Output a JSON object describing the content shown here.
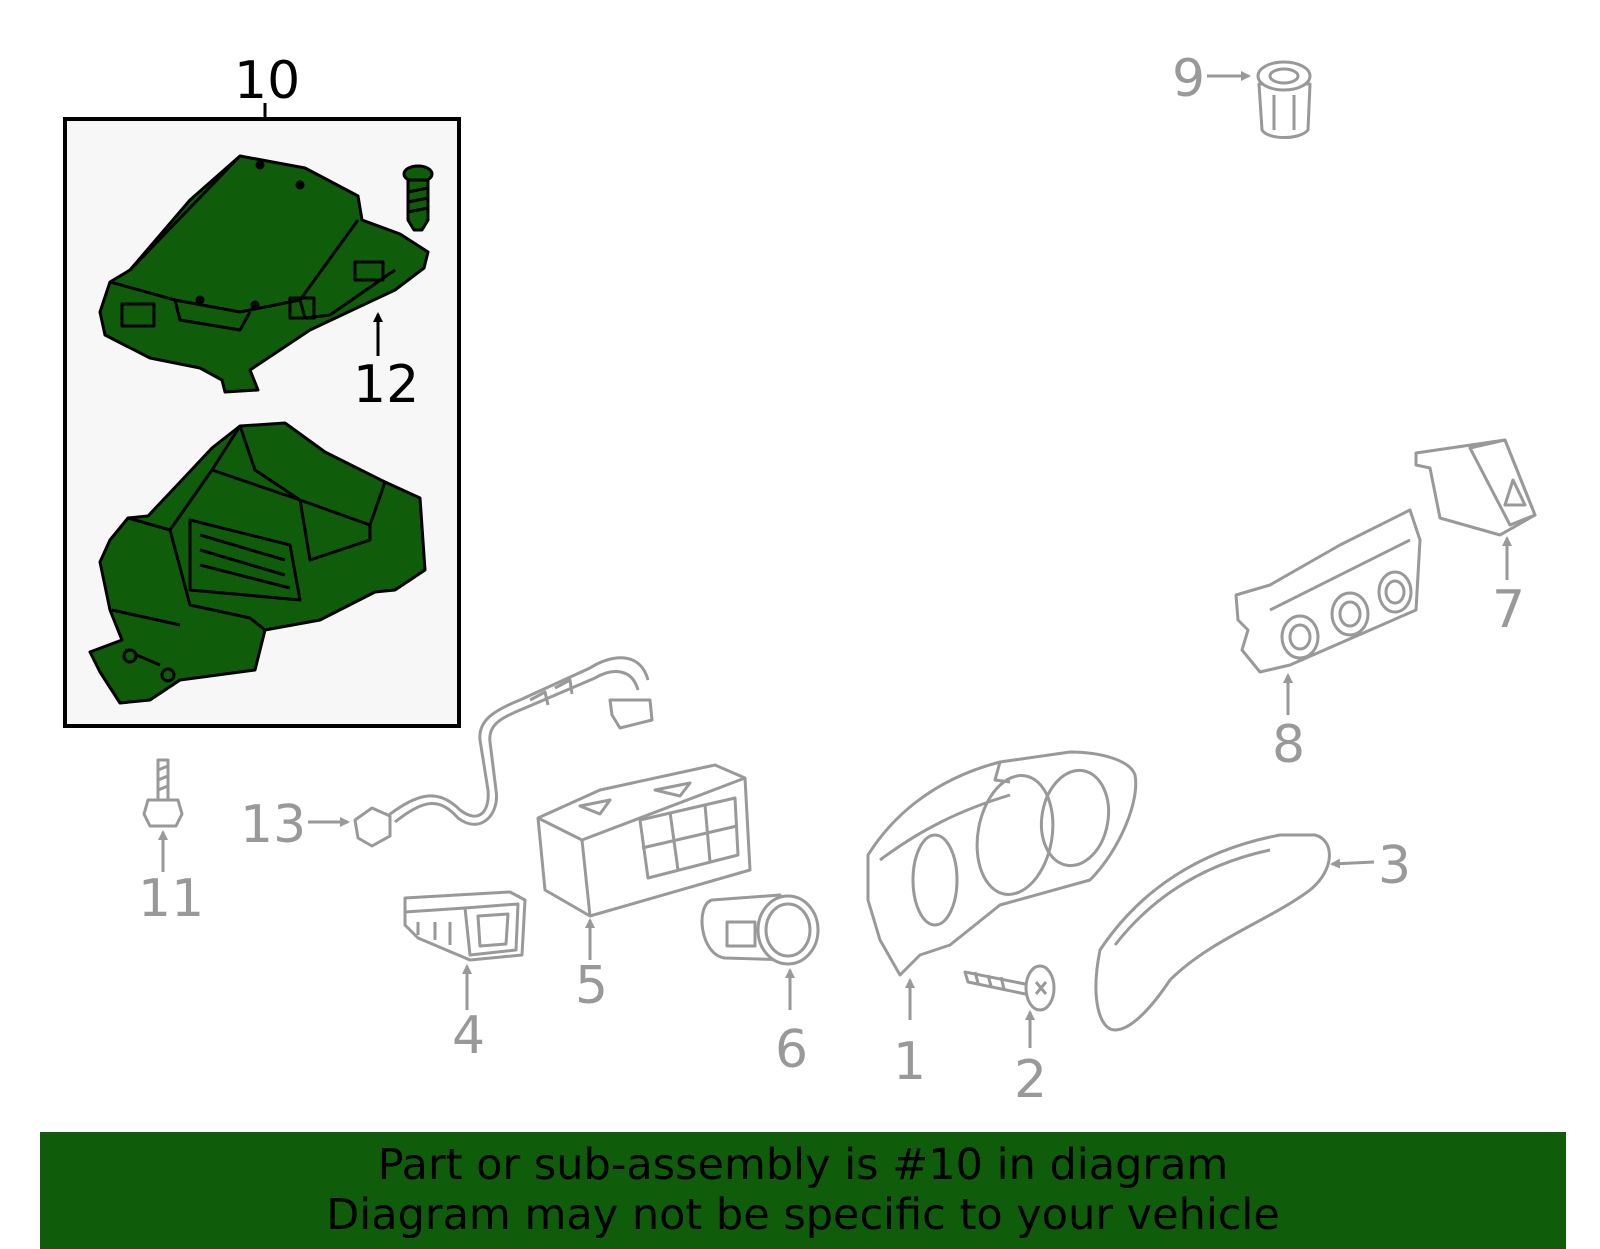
{
  "callouts": {
    "c1": "1",
    "c2": "2",
    "c3": "3",
    "c4": "4",
    "c5": "5",
    "c6": "6",
    "c7": "7",
    "c8": "8",
    "c9": "9",
    "c10": "10",
    "c11": "11",
    "c12": "12",
    "c13": "13"
  },
  "highlight_part": "10",
  "colors": {
    "highlight_fill": "#0f5c0a",
    "part_outline": "#999999",
    "banner_bg": "#0f5c0a",
    "box_bg": "#f7f7f7"
  },
  "banner": {
    "line1": "Part or sub-assembly is #10 in diagram",
    "line2": "Diagram may not be specific to your vehicle"
  }
}
